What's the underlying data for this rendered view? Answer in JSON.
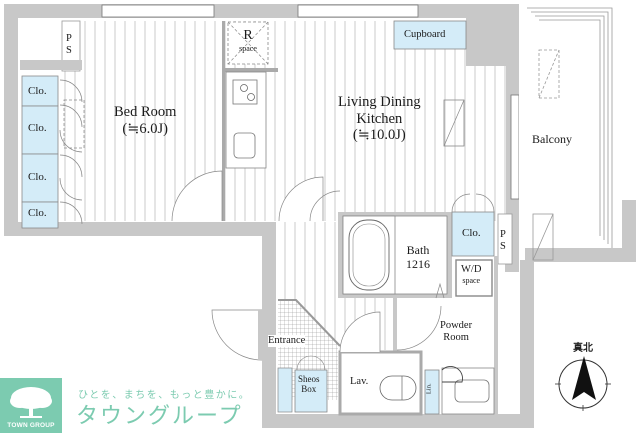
{
  "floor_plan": {
    "rooms": {
      "bed_room": {
        "name": "Bed Room",
        "size": "(≒6.0J)"
      },
      "ldk": {
        "name_line1": "Living Dining",
        "name_line2": "Kitchen",
        "size": "(≒10.0J)"
      },
      "balcony": {
        "name": "Balcony"
      },
      "cupboard": {
        "name": "Cupboard"
      },
      "bath": {
        "name": "Bath",
        "size": "1216"
      },
      "powder_room": {
        "name_line1": "Powder",
        "name_line2": "Room"
      },
      "entrance": {
        "name": "Entrance"
      },
      "lavatory": {
        "name": "Lav."
      },
      "shoes_box": {
        "name_line1": "Sheos",
        "name_line2": "Box"
      },
      "linen": {
        "name": "Lin."
      },
      "wd_space": {
        "name_line1": "W/D",
        "name_line2": "space"
      },
      "r_space": {
        "name_line1": "R",
        "name_line2": "space"
      }
    },
    "closets": [
      "Clo.",
      "Clo.",
      "Clo.",
      "Clo.",
      "Clo."
    ],
    "pipe_spaces": [
      {
        "line1": "P",
        "line2": "S"
      },
      {
        "line1": "P",
        "line2": "S"
      }
    ],
    "compass": {
      "label": "真北"
    }
  },
  "branding": {
    "tagline": "ひとを、まちを、もっと豊かに。",
    "brand_name": "タウングループ",
    "logo_text": "TOWN GROUP"
  },
  "colors": {
    "wall": "#c8c8c8",
    "closet": "#d4ecf8",
    "brand": "#7ccbb0",
    "line": "#555555"
  }
}
